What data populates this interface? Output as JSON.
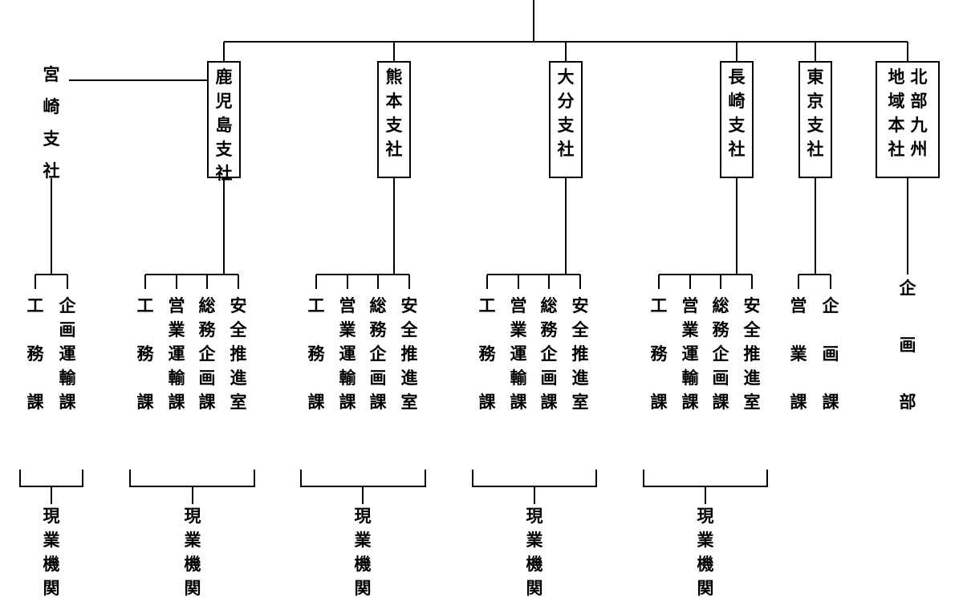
{
  "branches": {
    "kagoshima": {
      "name": "鹿児島支社"
    },
    "kumamoto": {
      "name": "熊本支社"
    },
    "oita": {
      "name": "大分支社"
    },
    "nagasaki": {
      "name": "長崎支社"
    },
    "tokyo": {
      "name": "東京支社"
    },
    "kitakyushu": {
      "col1": "北部九州",
      "col2": "地域本社"
    },
    "miyazaki": {
      "name": "宮崎支社"
    }
  },
  "sections": {
    "koumu": "工務課",
    "kikaku_unyu": {
      "top": "企画",
      "rest": "運輸課"
    },
    "eigyo_unyu": {
      "top": "営業",
      "rest": "運輸課"
    },
    "somu_kikaku": "総務企画課",
    "anzen": "安全推進室",
    "eigyo": "営業課",
    "kikaku": "企画課",
    "kikakubu": "企画部"
  },
  "field_units": "現業機関"
}
